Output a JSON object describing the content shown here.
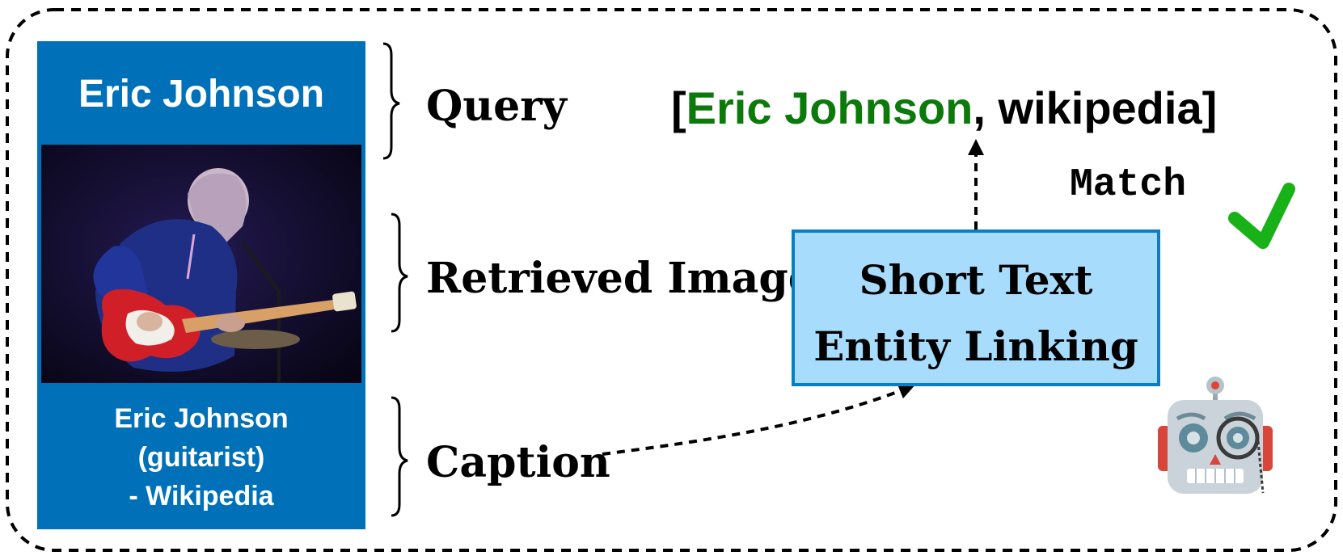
{
  "colors": {
    "card_blue": "#0071b8",
    "entity_box_fill": "#a7dcfc",
    "entity_box_stroke": "#0b7dc6",
    "entity_green": "#0b7a0b",
    "check_green": "#18b218",
    "robot_red": "#d9453b",
    "robot_gray": "#c9d3d9"
  },
  "card": {
    "query_text": "Eric Johnson",
    "image_alt": "photo of guitarist playing a red electric guitar on stage",
    "caption_line1": "Eric Johnson",
    "caption_line2": "(guitarist)",
    "caption_line3": "- Wikipedia"
  },
  "labels": {
    "query": "Query",
    "retrieved_image": "Retrieved Image",
    "caption": "Caption"
  },
  "entity_box": {
    "line1": "Short Text",
    "line2": "Entity Linking"
  },
  "result": {
    "open_bracket": "[",
    "entity": "Eric Johnson",
    "separator": ", wikipedia]",
    "match_label": "Match"
  },
  "icons": {
    "check": "check-icon",
    "robot": "robot-icon"
  }
}
